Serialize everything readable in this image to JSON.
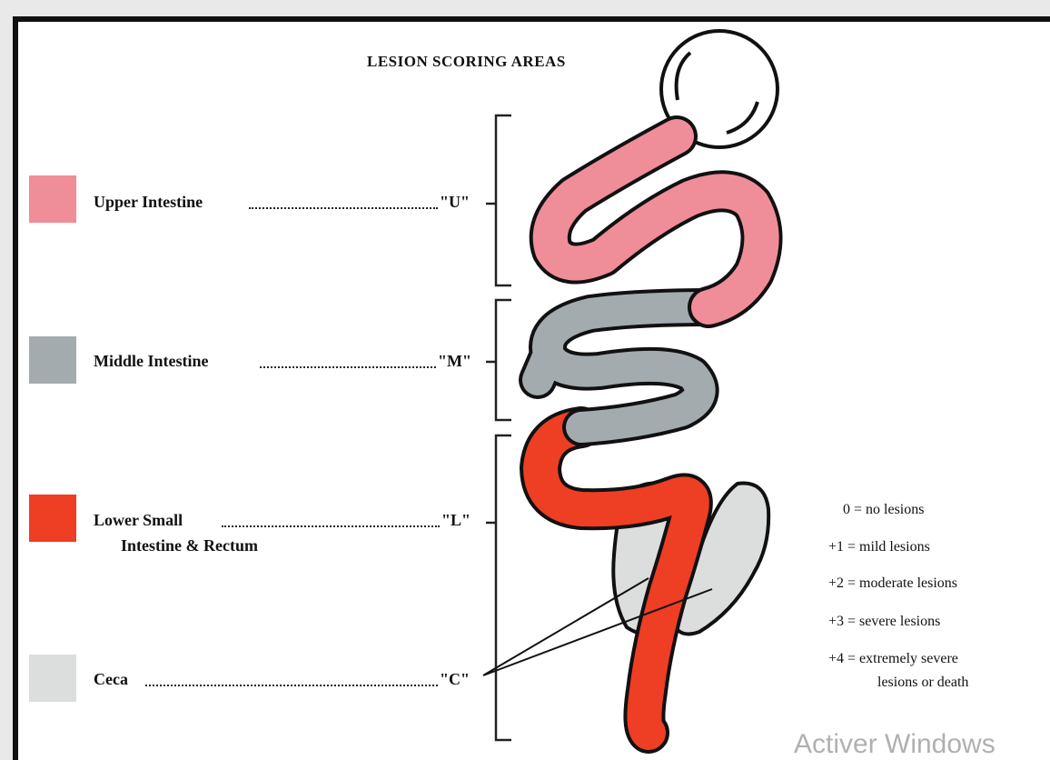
{
  "title": "LESION SCORING AREAS",
  "areas": [
    {
      "label": "Upper Intestine",
      "code": "\"U\"",
      "color": "#ef8d99"
    },
    {
      "label": "Middle Intestine",
      "code": "\"M\"",
      "color": "#a4abaf"
    },
    {
      "label": "Lower Small",
      "sublabel": "Intestine & Rectum",
      "code": "\"L\"",
      "color": "#ee3e24"
    },
    {
      "label": "Ceca",
      "code": "\"C\"",
      "color": "#dcdedd"
    }
  ],
  "scores": [
    "0 = no lesions",
    "+1 = mild lesions",
    "+2 = moderate lesions",
    "+3 = severe lesions",
    "+4 = extremely severe",
    "lesions or death"
  ],
  "watermark": "Activer Windows"
}
